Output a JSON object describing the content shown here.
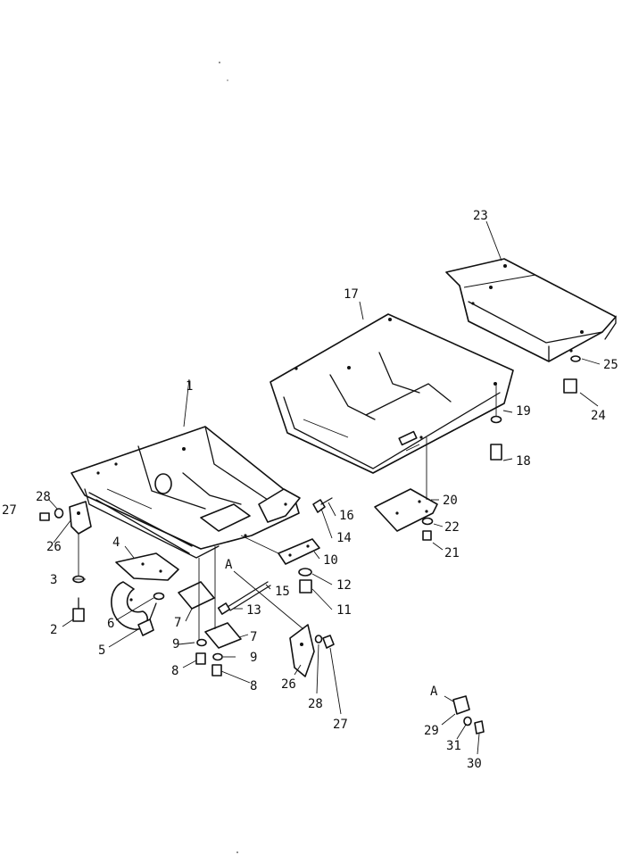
{
  "labels": [
    {
      "id": "l1",
      "text": "1"
    },
    {
      "id": "l2",
      "text": "2"
    },
    {
      "id": "l3",
      "text": "3"
    },
    {
      "id": "l4",
      "text": "4"
    },
    {
      "id": "l5",
      "text": "5"
    },
    {
      "id": "l6",
      "text": "6"
    },
    {
      "id": "l7a",
      "text": "7"
    },
    {
      "id": "l7b",
      "text": "7"
    },
    {
      "id": "l8a",
      "text": "8"
    },
    {
      "id": "l8b",
      "text": "8"
    },
    {
      "id": "l9a",
      "text": "9"
    },
    {
      "id": "l9b",
      "text": "9"
    },
    {
      "id": "l10",
      "text": "10"
    },
    {
      "id": "l11",
      "text": "11"
    },
    {
      "id": "l12",
      "text": "12"
    },
    {
      "id": "l13",
      "text": "13"
    },
    {
      "id": "l14",
      "text": "14"
    },
    {
      "id": "l15",
      "text": "15"
    },
    {
      "id": "l16",
      "text": "16"
    },
    {
      "id": "l17",
      "text": "17"
    },
    {
      "id": "l18",
      "text": "18"
    },
    {
      "id": "l19",
      "text": "19"
    },
    {
      "id": "l20",
      "text": "20"
    },
    {
      "id": "l21",
      "text": "21"
    },
    {
      "id": "l22",
      "text": "22"
    },
    {
      "id": "l23",
      "text": "23"
    },
    {
      "id": "l24",
      "text": "24"
    },
    {
      "id": "l25",
      "text": "25"
    },
    {
      "id": "l26a",
      "text": "26"
    },
    {
      "id": "l26b",
      "text": "26"
    },
    {
      "id": "l27a",
      "text": "27"
    },
    {
      "id": "l27b",
      "text": "27"
    },
    {
      "id": "l28a",
      "text": "28"
    },
    {
      "id": "l28b",
      "text": "28"
    },
    {
      "id": "l29",
      "text": "29"
    },
    {
      "id": "l30",
      "text": "30"
    },
    {
      "id": "l31",
      "text": "31"
    }
  ],
  "references": {
    "a_main": "A",
    "a_detail": "A"
  }
}
